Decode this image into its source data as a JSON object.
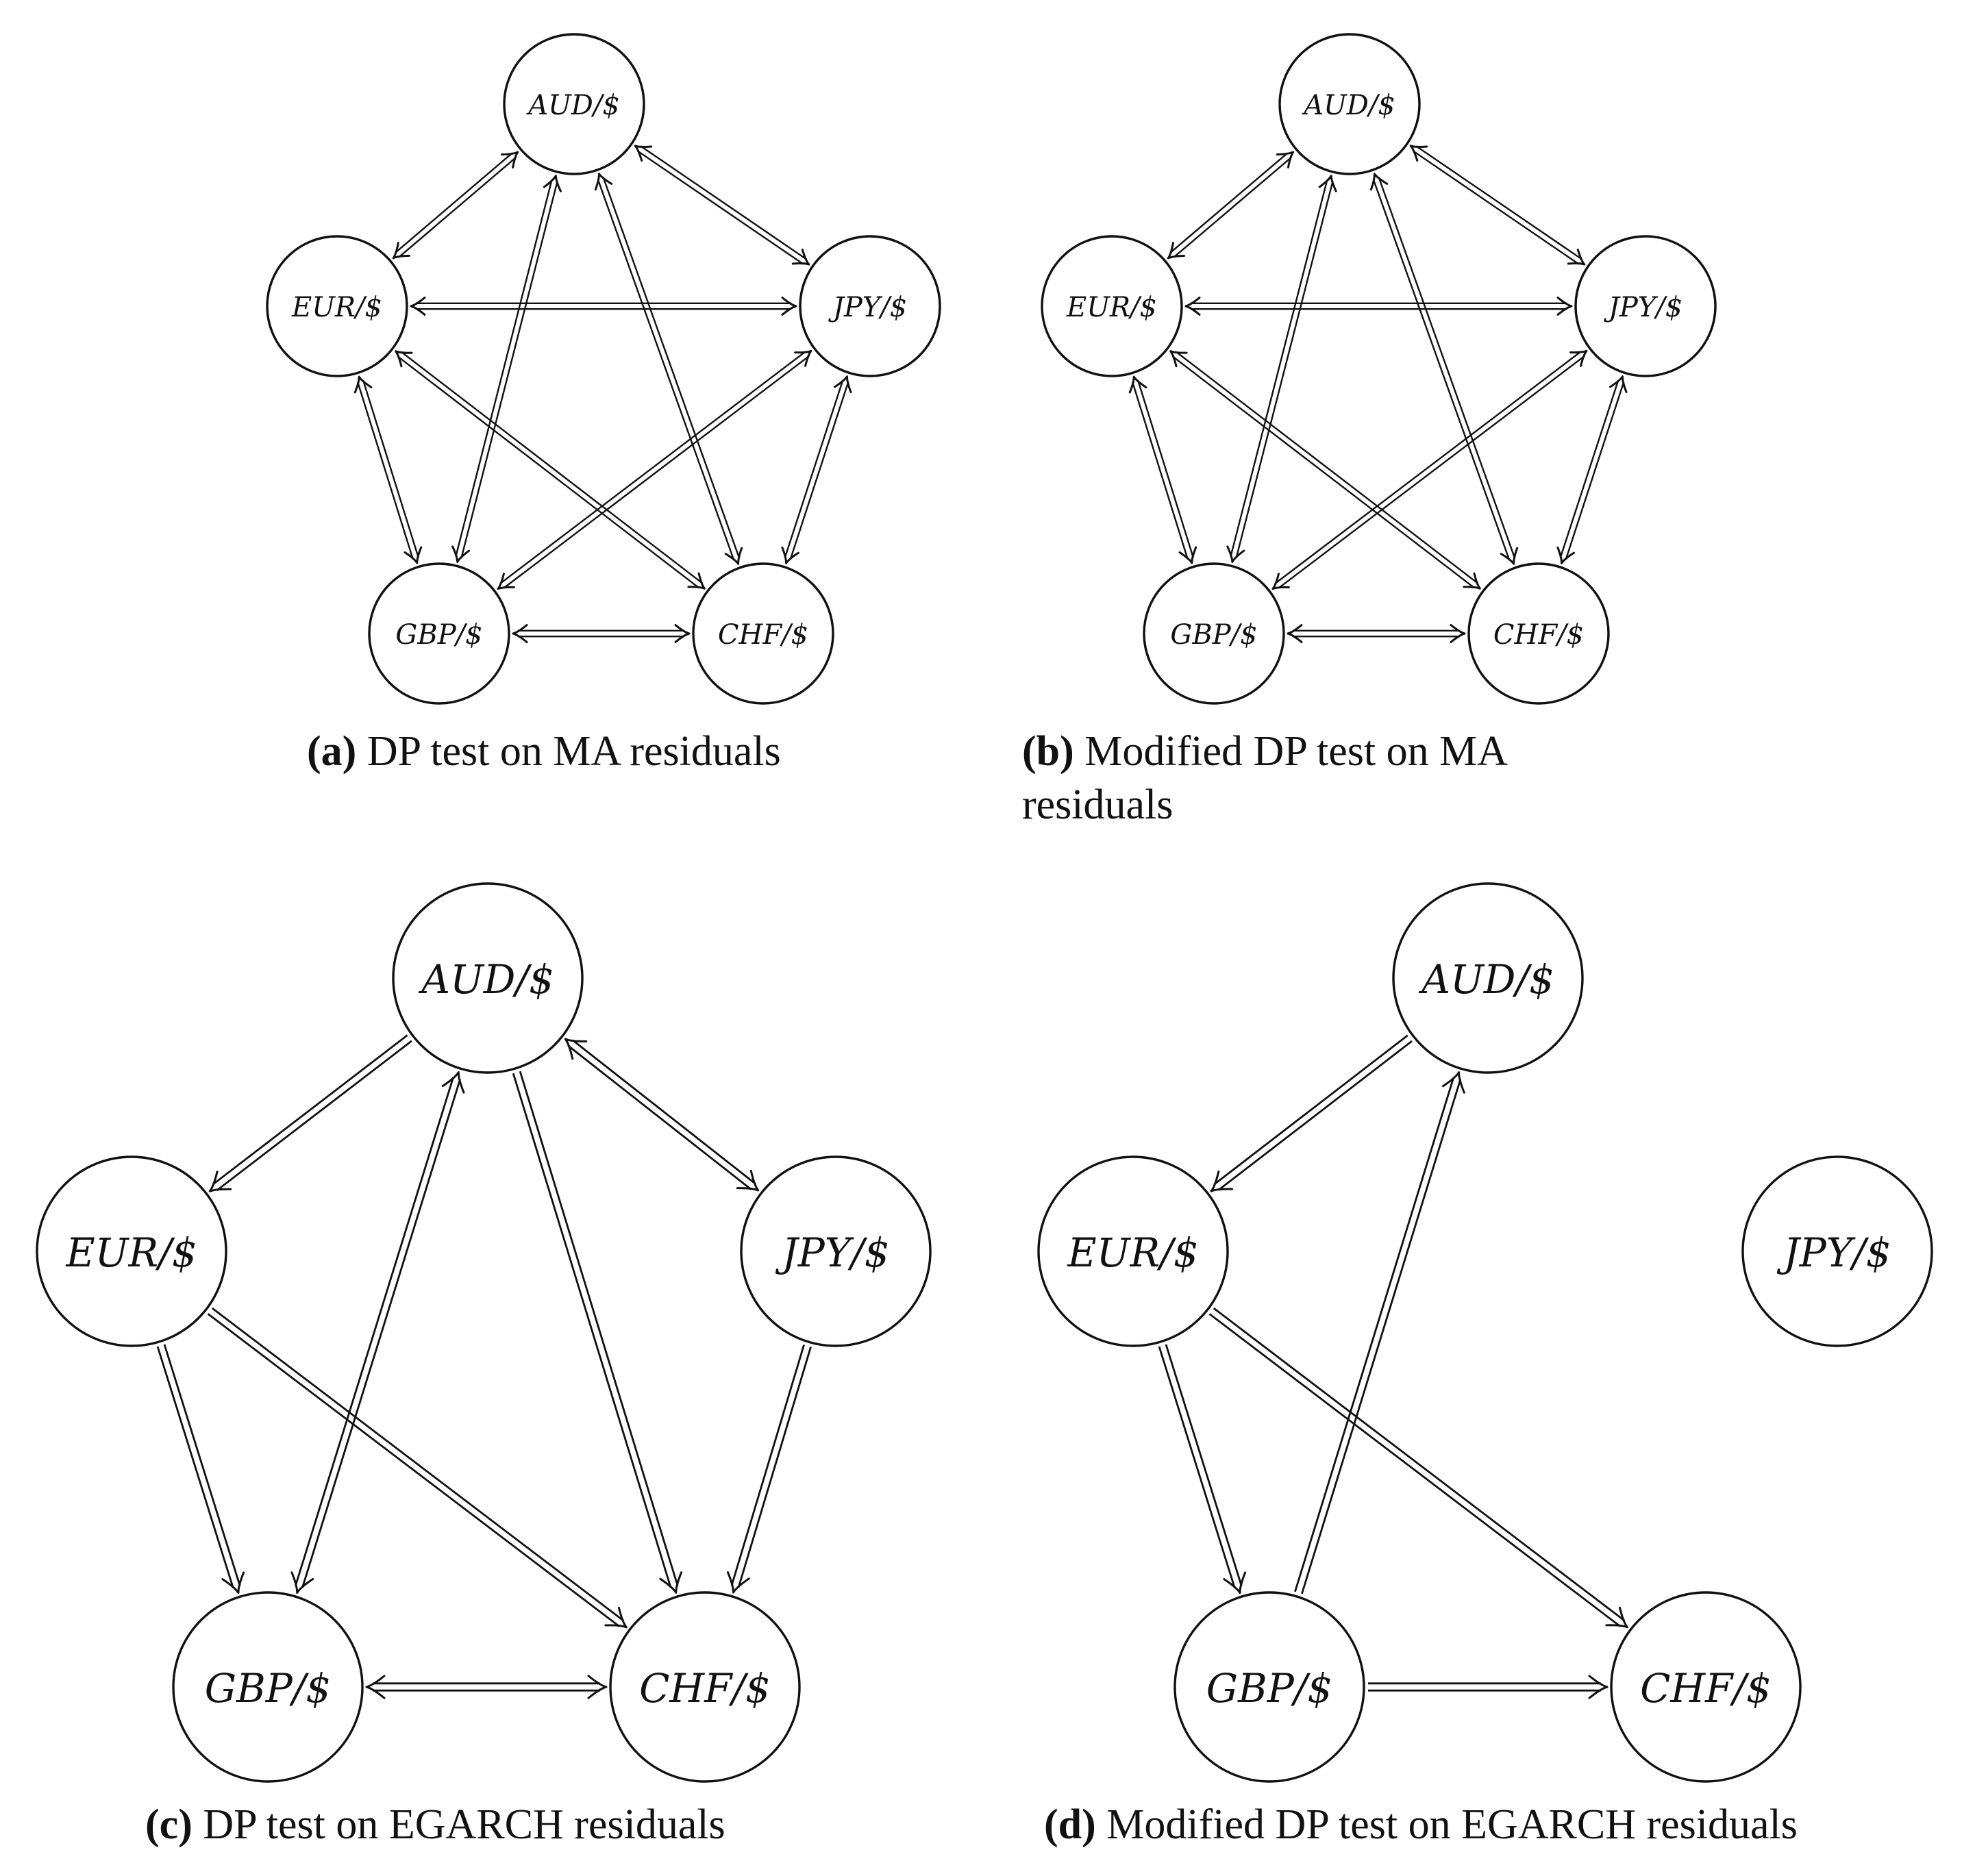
{
  "panels": [
    {
      "id": "a",
      "letter": "a",
      "caption_text": "DP test on MA residuals",
      "nodes": {
        "AUD": "AUD/$",
        "EUR": "EUR/$",
        "JPY": "JPY/$",
        "GBP": "GBP/$",
        "CHF": "CHF/$"
      },
      "edges": [
        [
          "AUD",
          "EUR",
          "both"
        ],
        [
          "AUD",
          "JPY",
          "both"
        ],
        [
          "AUD",
          "GBP",
          "both"
        ],
        [
          "AUD",
          "CHF",
          "both"
        ],
        [
          "EUR",
          "JPY",
          "both"
        ],
        [
          "EUR",
          "GBP",
          "both"
        ],
        [
          "EUR",
          "CHF",
          "both"
        ],
        [
          "JPY",
          "GBP",
          "both"
        ],
        [
          "JPY",
          "CHF",
          "both"
        ],
        [
          "GBP",
          "CHF",
          "both"
        ]
      ]
    },
    {
      "id": "b",
      "letter": "b",
      "caption_text": "Modified DP test on MA",
      "caption_text_line2": "residuals",
      "nodes": {
        "AUD": "AUD/$",
        "EUR": "EUR/$",
        "JPY": "JPY/$",
        "GBP": "GBP/$",
        "CHF": "CHF/$"
      },
      "edges": [
        [
          "AUD",
          "EUR",
          "both"
        ],
        [
          "AUD",
          "JPY",
          "both"
        ],
        [
          "AUD",
          "GBP",
          "both"
        ],
        [
          "AUD",
          "CHF",
          "both"
        ],
        [
          "EUR",
          "JPY",
          "both"
        ],
        [
          "EUR",
          "GBP",
          "both"
        ],
        [
          "EUR",
          "CHF",
          "both"
        ],
        [
          "JPY",
          "GBP",
          "both"
        ],
        [
          "JPY",
          "CHF",
          "both"
        ],
        [
          "GBP",
          "CHF",
          "both"
        ]
      ]
    },
    {
      "id": "c",
      "letter": "c",
      "caption_text": "DP test on EGARCH residuals",
      "nodes": {
        "AUD": "AUD/$",
        "EUR": "EUR/$",
        "JPY": "JPY/$",
        "GBP": "GBP/$",
        "CHF": "CHF/$"
      },
      "edges": [
        [
          "AUD",
          "EUR",
          "forward"
        ],
        [
          "AUD",
          "JPY",
          "both"
        ],
        [
          "AUD",
          "GBP",
          "both"
        ],
        [
          "AUD",
          "CHF",
          "forward"
        ],
        [
          "EUR",
          "GBP",
          "forward"
        ],
        [
          "EUR",
          "CHF",
          "forward"
        ],
        [
          "JPY",
          "CHF",
          "forward"
        ],
        [
          "GBP",
          "CHF",
          "both"
        ]
      ]
    },
    {
      "id": "d",
      "letter": "d",
      "caption_text": "Modified DP test on EGARCH residuals",
      "nodes": {
        "AUD": "AUD/$",
        "EUR": "EUR/$",
        "JPY": "JPY/$",
        "GBP": "GBP/$",
        "CHF": "CHF/$"
      },
      "edges": [
        [
          "AUD",
          "EUR",
          "forward"
        ],
        [
          "GBP",
          "AUD",
          "forward"
        ],
        [
          "EUR",
          "GBP",
          "forward"
        ],
        [
          "EUR",
          "CHF",
          "forward"
        ],
        [
          "GBP",
          "CHF",
          "forward"
        ]
      ]
    }
  ]
}
